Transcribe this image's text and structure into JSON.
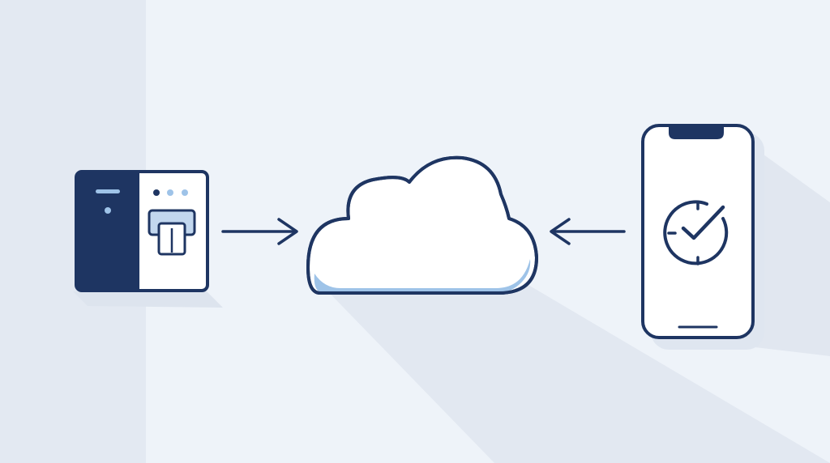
{
  "diagram": {
    "nodes": [
      {
        "id": "terminal",
        "icon": "card-terminal-icon"
      },
      {
        "id": "cloud",
        "icon": "cloud-icon"
      },
      {
        "id": "phone",
        "icon": "smartphone-icon"
      }
    ],
    "connections": [
      {
        "from": "terminal",
        "to": "cloud",
        "direction": "right"
      },
      {
        "from": "phone",
        "to": "cloud",
        "direction": "left"
      }
    ],
    "phone_screen_icon": "clock-check-icon",
    "colors": {
      "background_light": "#eef3f9",
      "background_panel": "#e3e9f2",
      "shadow": "#dfe6f0",
      "navy": "#1e3562",
      "accent_blue": "#9ec3e8",
      "accent_light": "#c2d7ee",
      "white": "#ffffff"
    }
  }
}
